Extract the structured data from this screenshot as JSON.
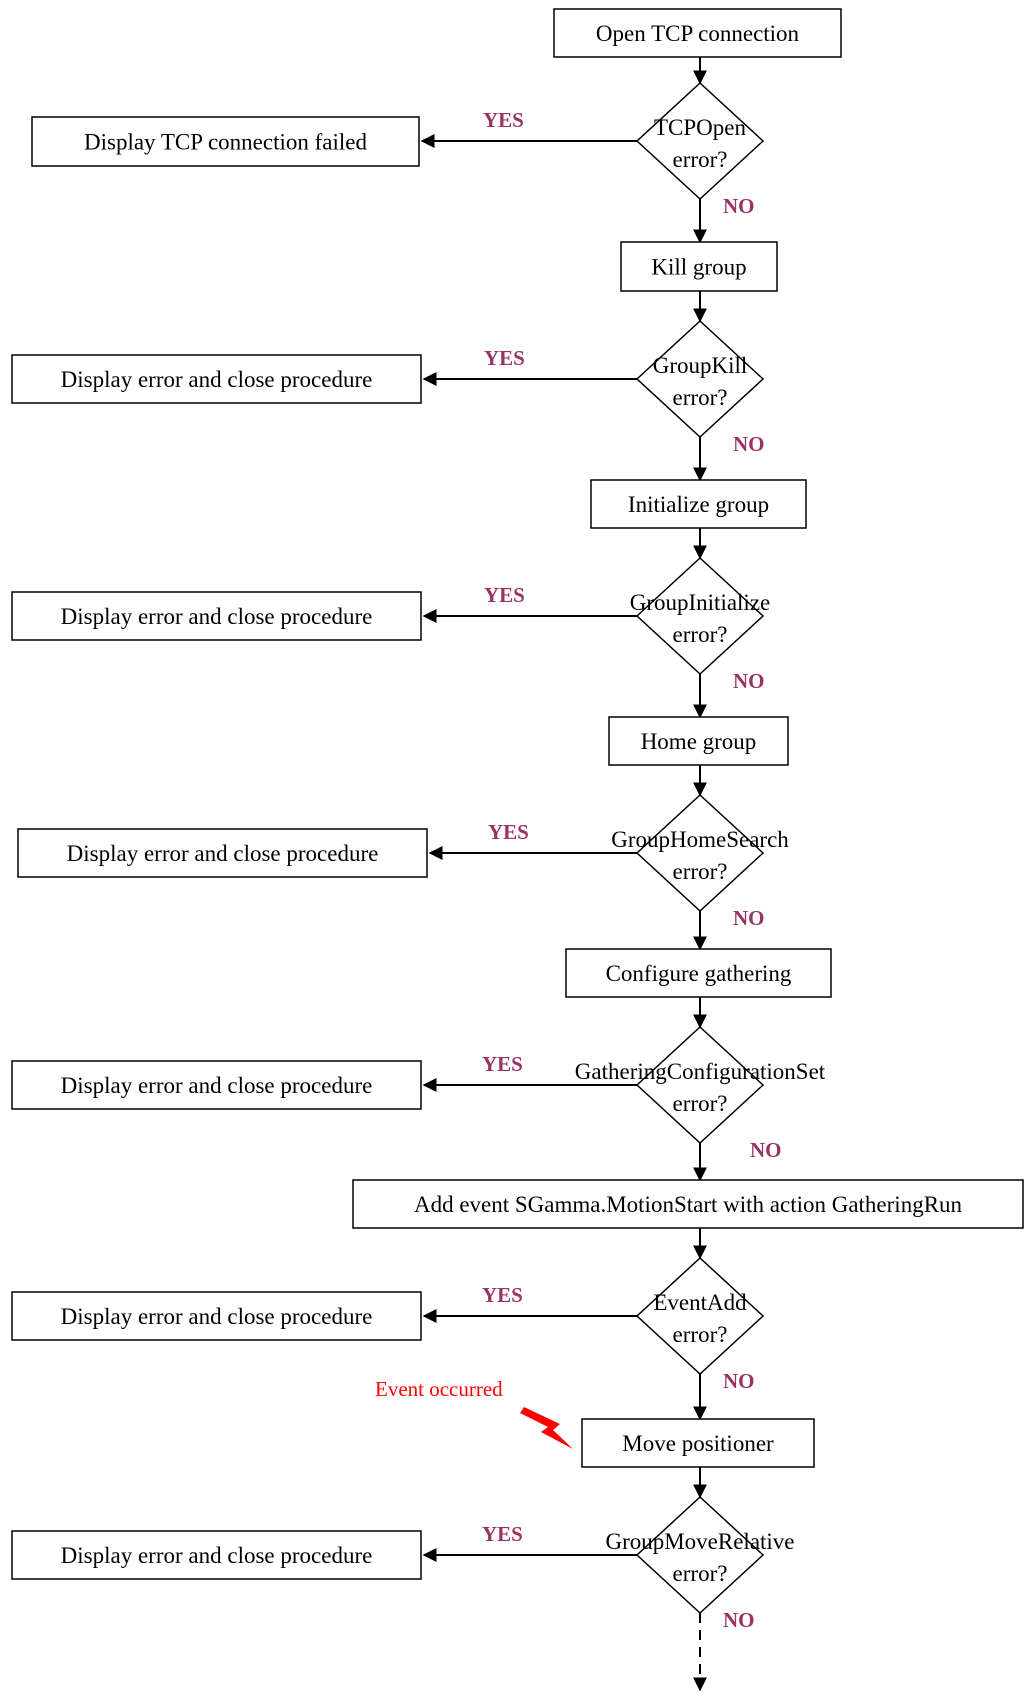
{
  "flowchart": {
    "start": "Open TCP connection",
    "yes_label": "YES",
    "no_label": "NO",
    "decision_suffix": "error?",
    "steps": [
      {
        "decision": "TCPOpen",
        "on_error": "Display TCP connection failed",
        "next": "Kill group"
      },
      {
        "decision": "GroupKill",
        "on_error": "Display error and close procedure",
        "next": "Initialize group"
      },
      {
        "decision": "GroupInitialize",
        "on_error": "Display error and close procedure",
        "next": "Home group"
      },
      {
        "decision": "GroupHomeSearch",
        "on_error": "Display error and close procedure",
        "next": "Configure gathering"
      },
      {
        "decision": "GatheringConfigurationSet",
        "on_error": "Display error and close procedure",
        "next": "Add event SGamma.MotionStart with action GatheringRun"
      },
      {
        "decision": "EventAdd",
        "on_error": "Display error and close procedure",
        "next": "Move positioner"
      },
      {
        "decision": "GroupMoveRelative",
        "on_error": "Display error and close procedure",
        "next": ""
      }
    ],
    "event_note": "Event occurred",
    "colors": {
      "stroke": "#000000",
      "yes_no": "#993366",
      "event": "#ff0000"
    }
  }
}
